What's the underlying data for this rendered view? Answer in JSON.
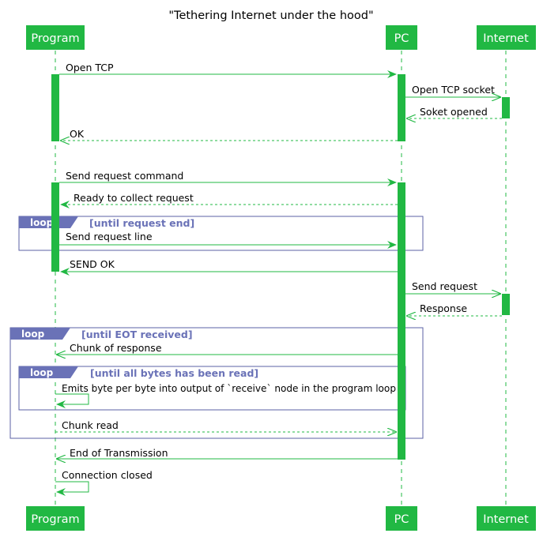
{
  "title": "\"Tethering Internet under the hood\"",
  "colors": {
    "participant": "#21b843",
    "line": "#21b843",
    "loop_frame": "#5b62a5",
    "loop_tab": "#6a72b7",
    "text": "#000000"
  },
  "participants": [
    "Program",
    "PC",
    "Internet"
  ],
  "messages": [
    {
      "label": "Open TCP",
      "from": "Program",
      "to": "PC",
      "style": "solid"
    },
    {
      "label": "Open TCP socket",
      "from": "PC",
      "to": "Internet",
      "style": "open"
    },
    {
      "label": "Soket opened",
      "from": "Internet",
      "to": "PC",
      "style": "dashed"
    },
    {
      "label": "OK",
      "from": "PC",
      "to": "Program",
      "style": "dashed"
    },
    {
      "label": "Send request command",
      "from": "Program",
      "to": "PC",
      "style": "solid"
    },
    {
      "label": "Ready to collect request",
      "from": "PC",
      "to": "Program",
      "style": "dashed"
    },
    {
      "label": "Send request line",
      "from": "Program",
      "to": "PC",
      "style": "solid"
    },
    {
      "label": "SEND OK",
      "from": "PC",
      "to": "Program",
      "style": "solid"
    },
    {
      "label": "Send request",
      "from": "PC",
      "to": "Internet",
      "style": "open"
    },
    {
      "label": "Response",
      "from": "Internet",
      "to": "PC",
      "style": "dashed-open"
    },
    {
      "label": "Chunk of response",
      "from": "PC",
      "to": "Program",
      "style": "open"
    },
    {
      "label": "Emits byte per byte into output of `receive` node in the program loop",
      "from": "Program",
      "to": "Program",
      "style": "self"
    },
    {
      "label": "Chunk read",
      "from": "Program",
      "to": "PC",
      "style": "dashed-open"
    },
    {
      "label": "End of Transmission",
      "from": "PC",
      "to": "Program",
      "style": "open"
    },
    {
      "label": "Connection closed",
      "from": "Program",
      "to": "Program",
      "style": "self"
    }
  ],
  "loops": [
    {
      "tab": "loop",
      "condition": "[until request end]"
    },
    {
      "tab": "loop",
      "condition": "[until EOT received]"
    },
    {
      "tab": "loop",
      "condition": "[until all bytes has been read]"
    }
  ]
}
